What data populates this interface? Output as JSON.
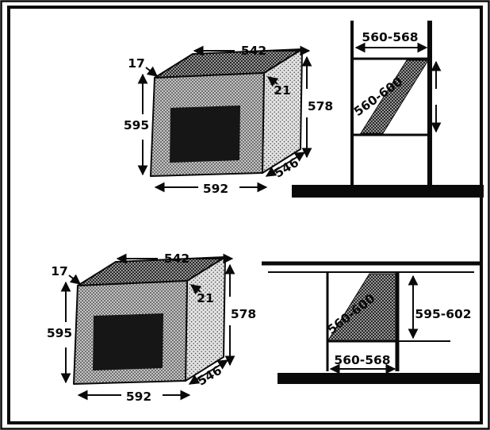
{
  "figure": {
    "ovens": {
      "top": {
        "flange": "17",
        "top_width": "542",
        "lip": "21",
        "height_right": "578",
        "height_left": "595",
        "depth": "546",
        "bottom_width": "592"
      },
      "bottom": {
        "flange": "17",
        "top_width": "542",
        "lip": "21",
        "height_right": "578",
        "height_left": "595",
        "depth": "546",
        "bottom_width": "592"
      }
    },
    "tall_cabinet": {
      "niche_width": "560-568",
      "niche_depth": "560-600"
    },
    "under_counter": {
      "niche_depth": "560-600",
      "niche_height": "595-602",
      "niche_width": "560-568"
    }
  }
}
